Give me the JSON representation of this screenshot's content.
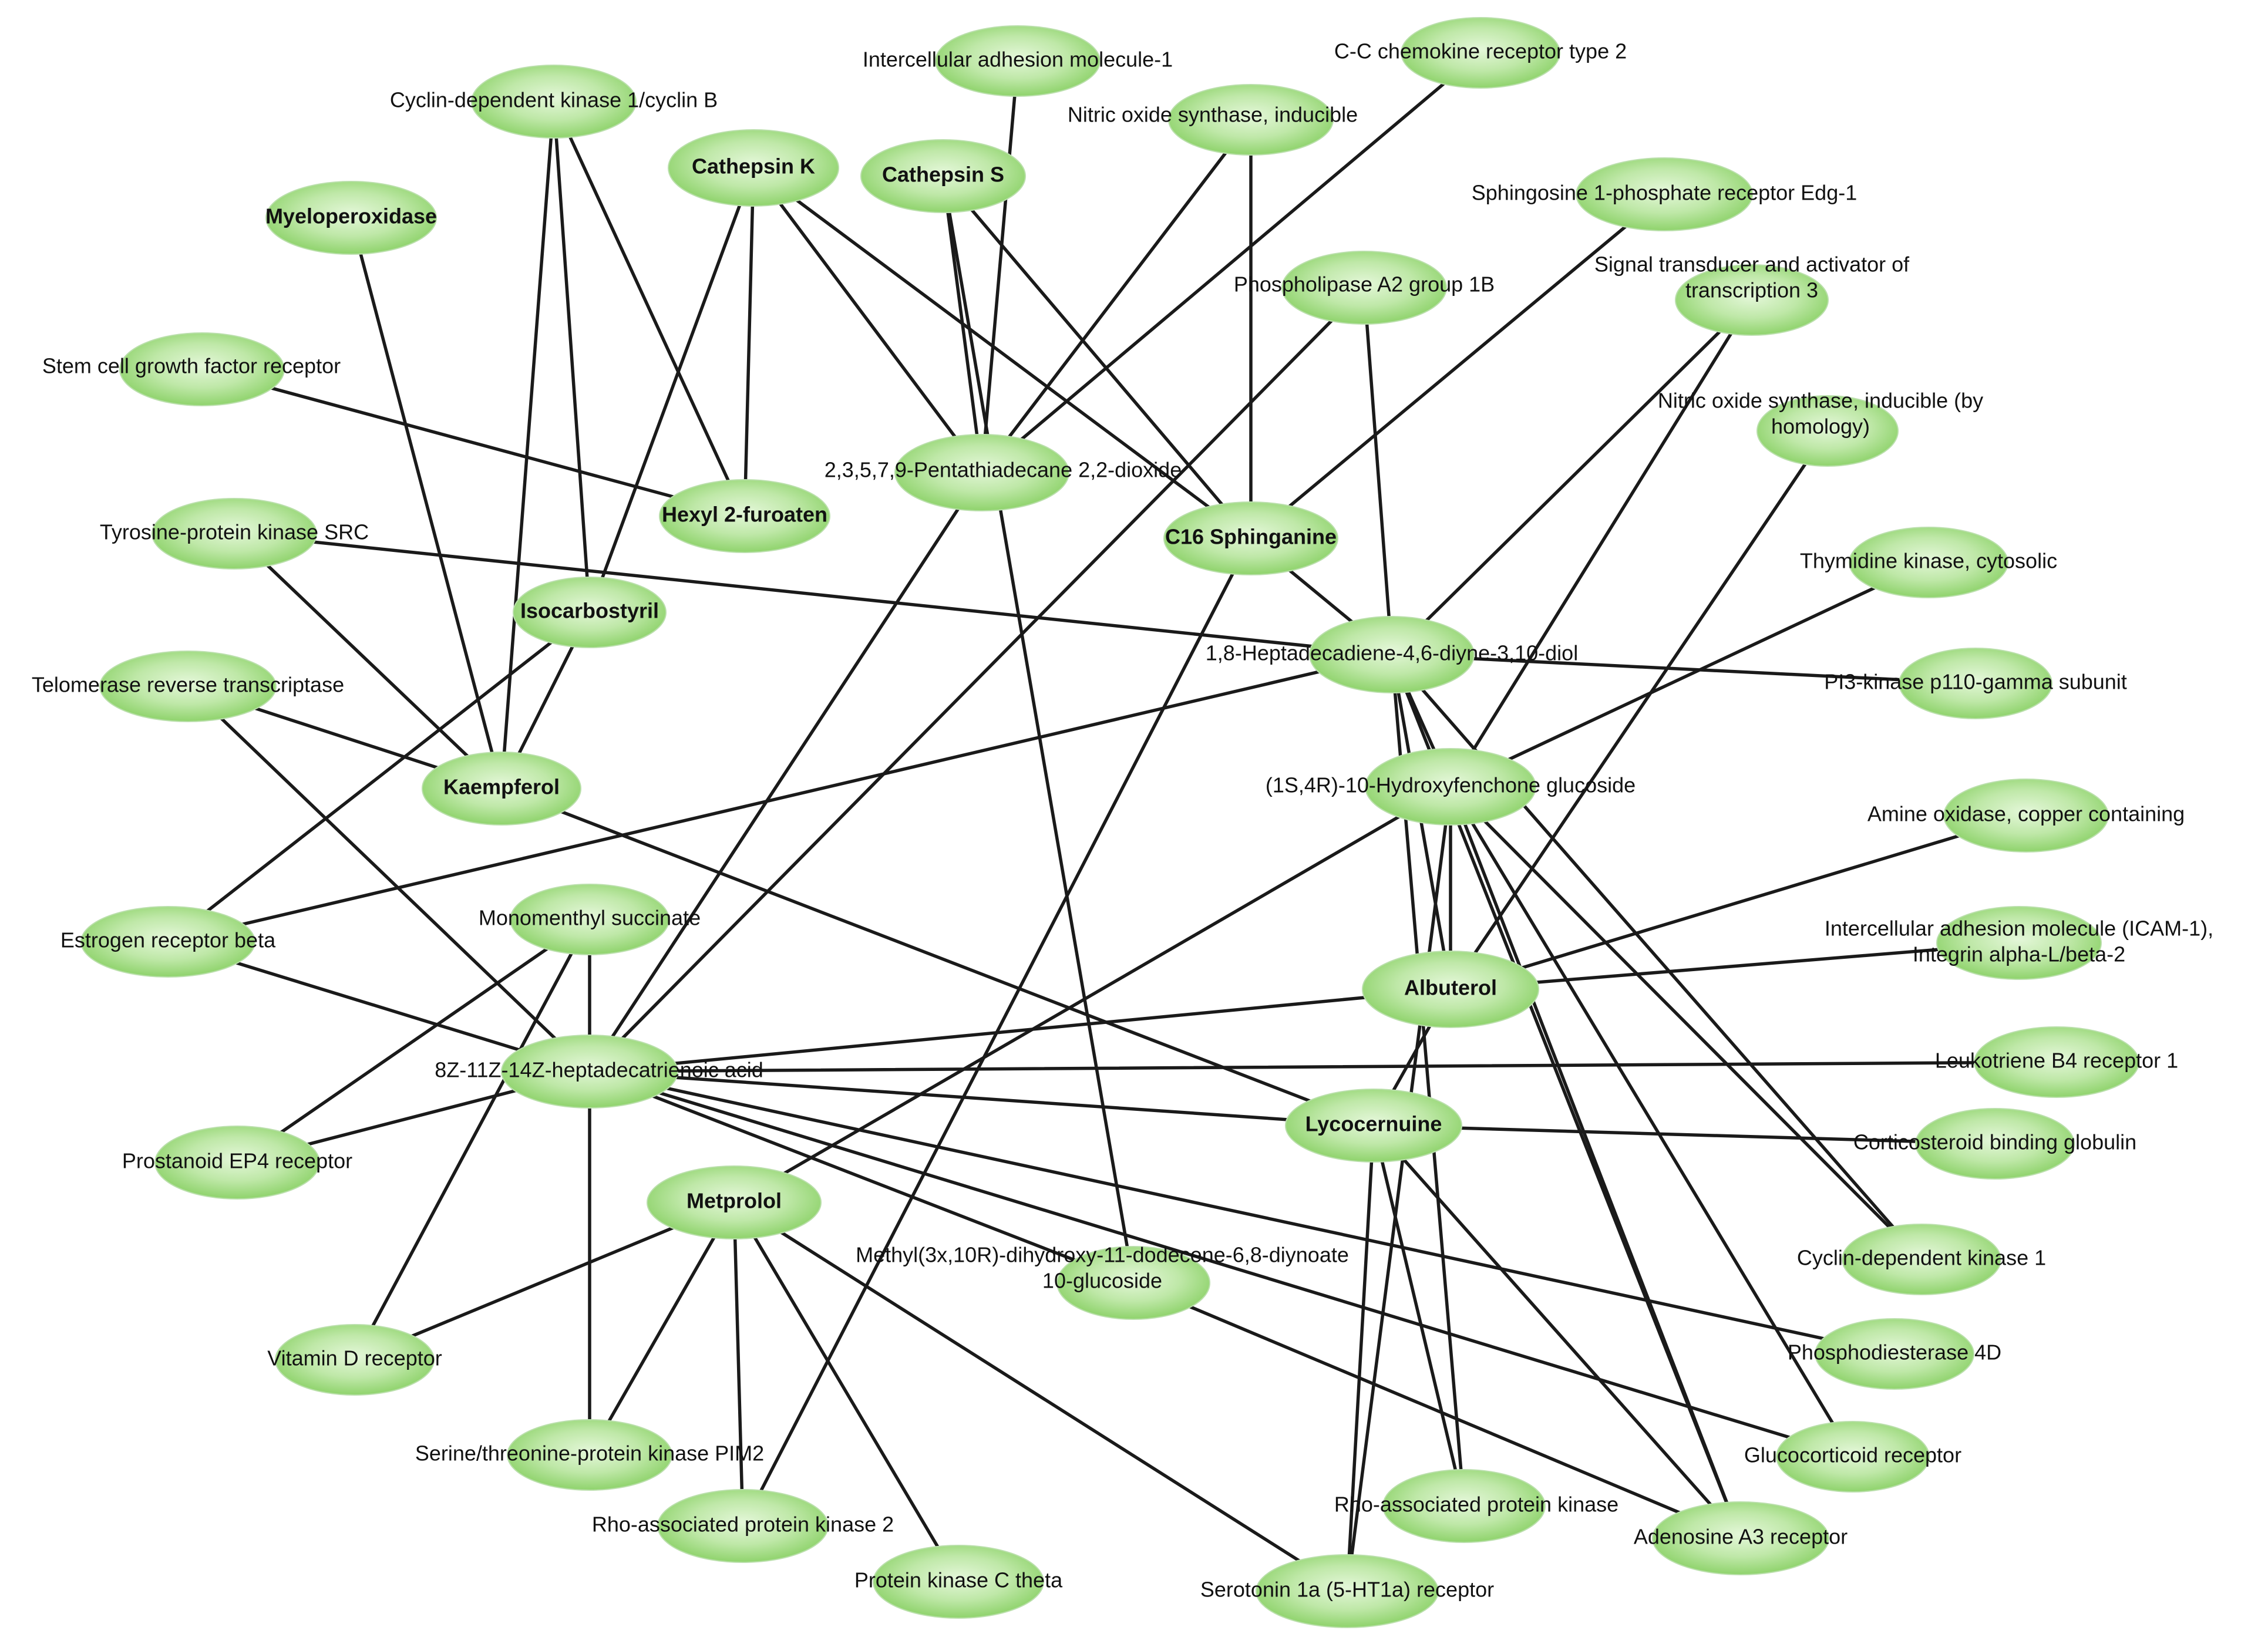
{
  "colors": {
    "node_fill_center": "#e4f7d9",
    "node_fill_mid": "#bfe8a8",
    "node_fill_edge": "#8fd36c",
    "edge": "#1a1a1a",
    "text": "#111111",
    "background": "#ffffff"
  },
  "nodes": [
    {
      "id": "icam1",
      "label": [
        "Intercellular adhesion molecule-1"
      ],
      "kind": "target"
    },
    {
      "id": "ccr2",
      "label": [
        "C-C chemokine receptor type 2"
      ],
      "kind": "target"
    },
    {
      "id": "cdk1b",
      "label": [
        "Cyclin-dependent kinase 1/cyclin B"
      ],
      "kind": "target"
    },
    {
      "id": "nos2",
      "label": [
        "Nitric oxide synthase, inducible"
      ],
      "kind": "target"
    },
    {
      "id": "catk",
      "label": [
        "Cathepsin K"
      ],
      "kind": "compound"
    },
    {
      "id": "cats",
      "label": [
        "Cathepsin S"
      ],
      "kind": "compound"
    },
    {
      "id": "mpo",
      "label": [
        "Myeloperoxidase"
      ],
      "kind": "compound"
    },
    {
      "id": "s1p",
      "label": [
        "Sphingosine 1-phosphate receptor Edg-1"
      ],
      "kind": "target"
    },
    {
      "id": "pla2",
      "label": [
        "Phospholipase A2 group 1B"
      ],
      "kind": "target"
    },
    {
      "id": "stat3",
      "label": [
        "Signal transducer and activator of",
        "transcription 3"
      ],
      "kind": "target"
    },
    {
      "id": "kit",
      "label": [
        "Stem cell growth factor receptor"
      ],
      "kind": "target"
    },
    {
      "id": "penta",
      "label": [
        "2,3,5,7,9-Pentathiadecane 2,2-dioxide"
      ],
      "kind": "target"
    },
    {
      "id": "nos2h",
      "label": [
        "Nitric oxide synthase, inducible   (by",
        "homology)"
      ],
      "kind": "target"
    },
    {
      "id": "hexyl",
      "label": [
        "Hexyl 2-furoaten"
      ],
      "kind": "compound"
    },
    {
      "id": "src",
      "label": [
        "Tyrosine-protein kinase SRC"
      ],
      "kind": "target"
    },
    {
      "id": "c16",
      "label": [
        "C16 Sphinganine"
      ],
      "kind": "compound"
    },
    {
      "id": "tk1",
      "label": [
        "Thymidine kinase, cytosolic"
      ],
      "kind": "target"
    },
    {
      "id": "isocarb",
      "label": [
        "Isocarbostyril"
      ],
      "kind": "compound"
    },
    {
      "id": "hepta",
      "label": [
        "1,8-Heptadecadiene-4,6-diyne-3,10-diol"
      ],
      "kind": "target"
    },
    {
      "id": "pi3k",
      "label": [
        "PI3-kinase p110-gamma subunit"
      ],
      "kind": "target"
    },
    {
      "id": "tert",
      "label": [
        "Telomerase reverse transcriptase"
      ],
      "kind": "target"
    },
    {
      "id": "kaemp",
      "label": [
        "Kaempferol"
      ],
      "kind": "compound"
    },
    {
      "id": "hydroxy",
      "label": [
        "(1S,4R)-10-Hydroxyfenchone glucoside"
      ],
      "kind": "target"
    },
    {
      "id": "aoc",
      "label": [
        "Amine oxidase, copper containing"
      ],
      "kind": "target"
    },
    {
      "id": "monomenthyl",
      "label": [
        "Monomenthyl succinate"
      ],
      "kind": "target"
    },
    {
      "id": "esr2",
      "label": [
        "Estrogen receptor beta"
      ],
      "kind": "target"
    },
    {
      "id": "icamint",
      "label": [
        "Intercellular adhesion molecule (ICAM-1),",
        "Integrin alpha-L/beta-2"
      ],
      "kind": "target"
    },
    {
      "id": "albuterol",
      "label": [
        "Albuterol"
      ],
      "kind": "compound"
    },
    {
      "id": "heptadecatrienoic",
      "label": [
        "8Z-11Z-14Z-heptadecatrienoic acid"
      ],
      "kind": "target"
    },
    {
      "id": "ltb4",
      "label": [
        "Leukotriene B4 receptor 1"
      ],
      "kind": "target"
    },
    {
      "id": "lycocernuine",
      "label": [
        "Lycocernuine"
      ],
      "kind": "compound"
    },
    {
      "id": "ep4",
      "label": [
        "Prostanoid EP4 receptor"
      ],
      "kind": "target"
    },
    {
      "id": "cbg",
      "label": [
        "Corticosteroid binding globulin"
      ],
      "kind": "target"
    },
    {
      "id": "metprolol",
      "label": [
        "Metprolol"
      ],
      "kind": "compound"
    },
    {
      "id": "methyl",
      "label": [
        "Methyl(3x,10R)-dihydroxy-11-dodecene-6,8-diynoate",
        "10-glucoside"
      ],
      "kind": "target"
    },
    {
      "id": "cdk1",
      "label": [
        "Cyclin-dependent kinase 1"
      ],
      "kind": "target"
    },
    {
      "id": "vdr",
      "label": [
        "Vitamin D receptor"
      ],
      "kind": "target"
    },
    {
      "id": "pde4d",
      "label": [
        "Phosphodiesterase 4D"
      ],
      "kind": "target"
    },
    {
      "id": "pim2",
      "label": [
        "Serine/threonine-protein kinase PIM2"
      ],
      "kind": "target"
    },
    {
      "id": "gr",
      "label": [
        "Glucocorticoid receptor"
      ],
      "kind": "target"
    },
    {
      "id": "rock2",
      "label": [
        "Rho-associated protein kinase 2"
      ],
      "kind": "target"
    },
    {
      "id": "rock",
      "label": [
        "Rho-associated protein kinase"
      ],
      "kind": "target"
    },
    {
      "id": "adora3",
      "label": [
        "Adenosine A3 receptor"
      ],
      "kind": "target"
    },
    {
      "id": "pkct",
      "label": [
        "Protein kinase C theta"
      ],
      "kind": "target"
    },
    {
      "id": "htr1a",
      "label": [
        "Serotonin 1a (5-HT1a) receptor"
      ],
      "kind": "target"
    }
  ],
  "edges": [
    [
      "cdk1b",
      "hexyl"
    ],
    [
      "cdk1b",
      "isocarb"
    ],
    [
      "cdk1b",
      "kaemp"
    ],
    [
      "catk",
      "hexyl"
    ],
    [
      "catk",
      "penta"
    ],
    [
      "catk",
      "c16"
    ],
    [
      "catk",
      "isocarb"
    ],
    [
      "cats",
      "penta"
    ],
    [
      "cats",
      "c16"
    ],
    [
      "cats",
      "methyl"
    ],
    [
      "icam1",
      "penta"
    ],
    [
      "nos2",
      "penta"
    ],
    [
      "nos2",
      "c16"
    ],
    [
      "ccr2",
      "penta"
    ],
    [
      "mpo",
      "kaemp"
    ],
    [
      "kit",
      "hexyl"
    ],
    [
      "s1p",
      "c16"
    ],
    [
      "pla2",
      "hepta"
    ],
    [
      "pla2",
      "heptadecatrienoic"
    ],
    [
      "stat3",
      "hepta"
    ],
    [
      "stat3",
      "hydroxy"
    ],
    [
      "nos2h",
      "albuterol"
    ],
    [
      "penta",
      "heptadecatrienoic"
    ],
    [
      "src",
      "kaemp"
    ],
    [
      "src",
      "hepta"
    ],
    [
      "c16",
      "hepta"
    ],
    [
      "c16",
      "rock2"
    ],
    [
      "tk1",
      "hydroxy"
    ],
    [
      "isocarb",
      "kaemp"
    ],
    [
      "isocarb",
      "esr2"
    ],
    [
      "hepta",
      "pi3k"
    ],
    [
      "hepta",
      "esr2"
    ],
    [
      "hepta",
      "hydroxy"
    ],
    [
      "hepta",
      "albuterol"
    ],
    [
      "hepta",
      "rock"
    ],
    [
      "hepta",
      "cdk1"
    ],
    [
      "hepta",
      "adora3"
    ],
    [
      "tert",
      "kaemp"
    ],
    [
      "tert",
      "heptadecatrienoic"
    ],
    [
      "kaemp",
      "lycocernuine"
    ],
    [
      "hydroxy",
      "metprolol"
    ],
    [
      "hydroxy",
      "albuterol"
    ],
    [
      "hydroxy",
      "gr"
    ],
    [
      "hydroxy",
      "adora3"
    ],
    [
      "hydroxy",
      "cdk1"
    ],
    [
      "hydroxy",
      "htr1a"
    ],
    [
      "monomenthyl",
      "heptadecatrienoic"
    ],
    [
      "monomenthyl",
      "ep4"
    ],
    [
      "monomenthyl",
      "vdr"
    ],
    [
      "esr2",
      "heptadecatrienoic"
    ],
    [
      "albuterol",
      "aoc"
    ],
    [
      "albuterol",
      "icamint"
    ],
    [
      "albuterol",
      "heptadecatrienoic"
    ],
    [
      "albuterol",
      "lycocernuine"
    ],
    [
      "heptadecatrienoic",
      "ltb4"
    ],
    [
      "heptadecatrienoic",
      "lycocernuine"
    ],
    [
      "heptadecatrienoic",
      "ep4"
    ],
    [
      "heptadecatrienoic",
      "pim2"
    ],
    [
      "heptadecatrienoic",
      "methyl"
    ],
    [
      "heptadecatrienoic",
      "pde4d"
    ],
    [
      "heptadecatrienoic",
      "gr"
    ],
    [
      "lycocernuine",
      "cbg"
    ],
    [
      "lycocernuine",
      "rock"
    ],
    [
      "lycocernuine",
      "htr1a"
    ],
    [
      "lycocernuine",
      "adora3"
    ],
    [
      "metprolol",
      "vdr"
    ],
    [
      "metprolol",
      "pim2"
    ],
    [
      "metprolol",
      "rock2"
    ],
    [
      "metprolol",
      "pkct"
    ],
    [
      "metprolol",
      "htr1a"
    ],
    [
      "methyl",
      "adora3"
    ]
  ]
}
